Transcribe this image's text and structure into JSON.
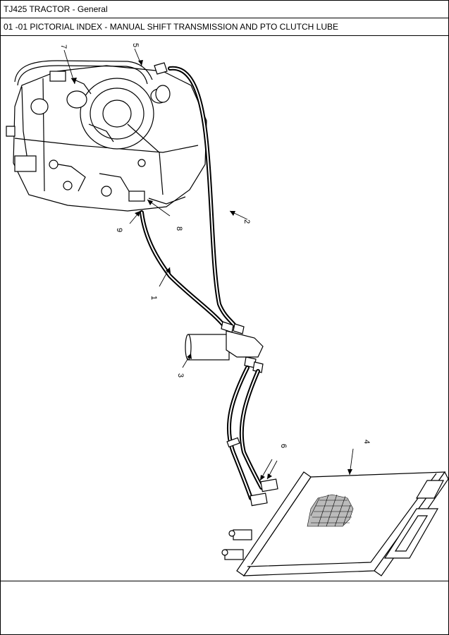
{
  "header": {
    "title": "TJ425 TRACTOR - General",
    "subtitle": "01 -01 PICTORIAL INDEX - MANUAL SHIFT TRANSMISSION AND PTO CLUTCH LUBE"
  },
  "callouts": [
    "1",
    "2",
    "3",
    "4",
    "5",
    "6",
    "7",
    "8",
    "9"
  ]
}
